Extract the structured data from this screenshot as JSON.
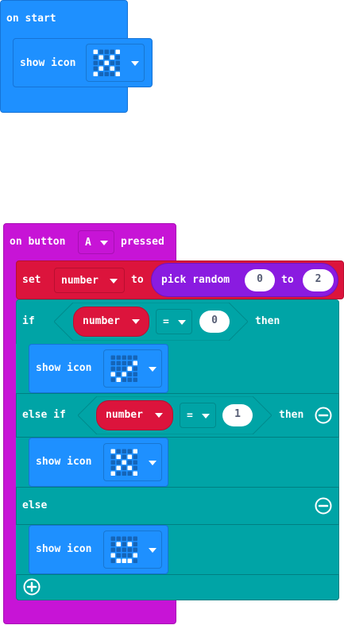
{
  "on_start": {
    "label": "on start",
    "show_icon_label": "show icon",
    "icon": "x-pattern-icon"
  },
  "on_button": {
    "prefix": "on button",
    "button_value": "A",
    "suffix": "pressed"
  },
  "set_block": {
    "set_label": "set",
    "variable": "number",
    "to_label": "to",
    "pick_random_label": "pick random",
    "from_value": "0",
    "to_word": "to",
    "to_value": "2"
  },
  "if_block": {
    "if_label": "if",
    "variable": "number",
    "op": "=",
    "value": "0",
    "then_label": "then",
    "show_icon_label": "show icon",
    "icon": "check-pattern-icon"
  },
  "else_if_block": {
    "label": "else if",
    "variable": "number",
    "op": "=",
    "value": "1",
    "then_label": "then",
    "show_icon_label": "show icon",
    "icon": "x-pattern-icon"
  },
  "else_block": {
    "label": "else",
    "show_icon_label": "show icon",
    "icon": "smile-pattern-icon"
  },
  "colors": {
    "events": "#1e90ff",
    "input": "#c714d6",
    "variables": "#dc143c",
    "math": "#8a1be0",
    "logic": "#00a4a6"
  }
}
